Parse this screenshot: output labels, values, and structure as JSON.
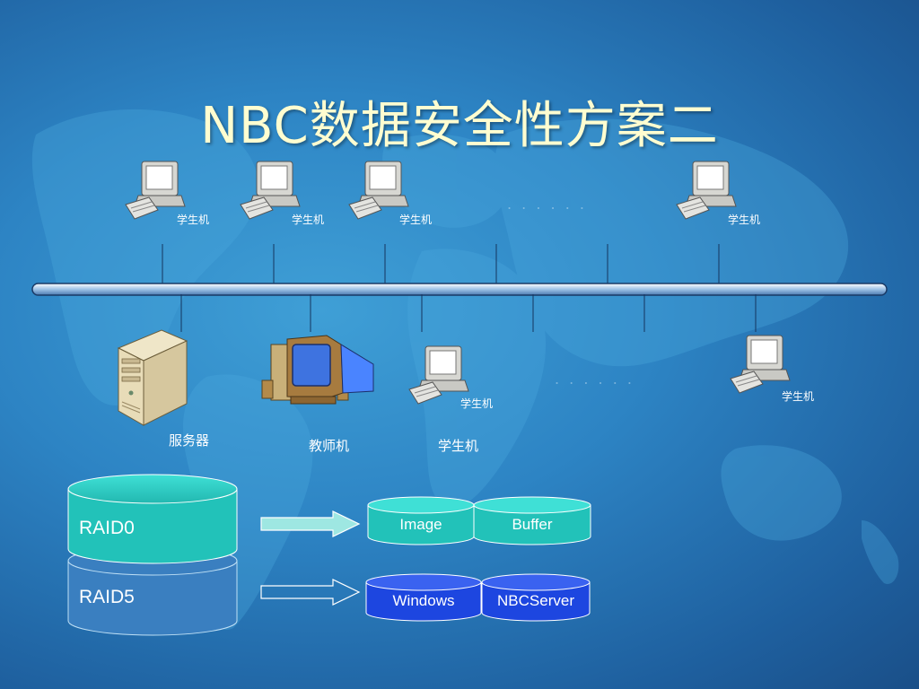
{
  "slide": {
    "title": "NBC数据安全性方案二"
  },
  "network": {
    "top_computers": [
      {
        "label": "学生机"
      },
      {
        "label": "学生机"
      },
      {
        "label": "学生机"
      },
      {
        "label": "学生机"
      }
    ],
    "bottom_devices": {
      "server_label": "服务器",
      "teacher_label": "教师机",
      "student_label": "学生机",
      "student_small_label": "学生机",
      "right_student_label": "学生机"
    },
    "ellipsis": ". . .   . . ."
  },
  "storage": {
    "raid0": "RAID0",
    "raid5": "RAID5",
    "raid0_targets": [
      "Image",
      "Buffer"
    ],
    "raid5_targets": [
      "Windows",
      "NBCServer"
    ]
  },
  "colors": {
    "title": "#fffdd0",
    "teal": "#2ec9c0",
    "blue_cylinder": "#1d46e0",
    "light_blue_cylinder": "#3a7fc0"
  }
}
